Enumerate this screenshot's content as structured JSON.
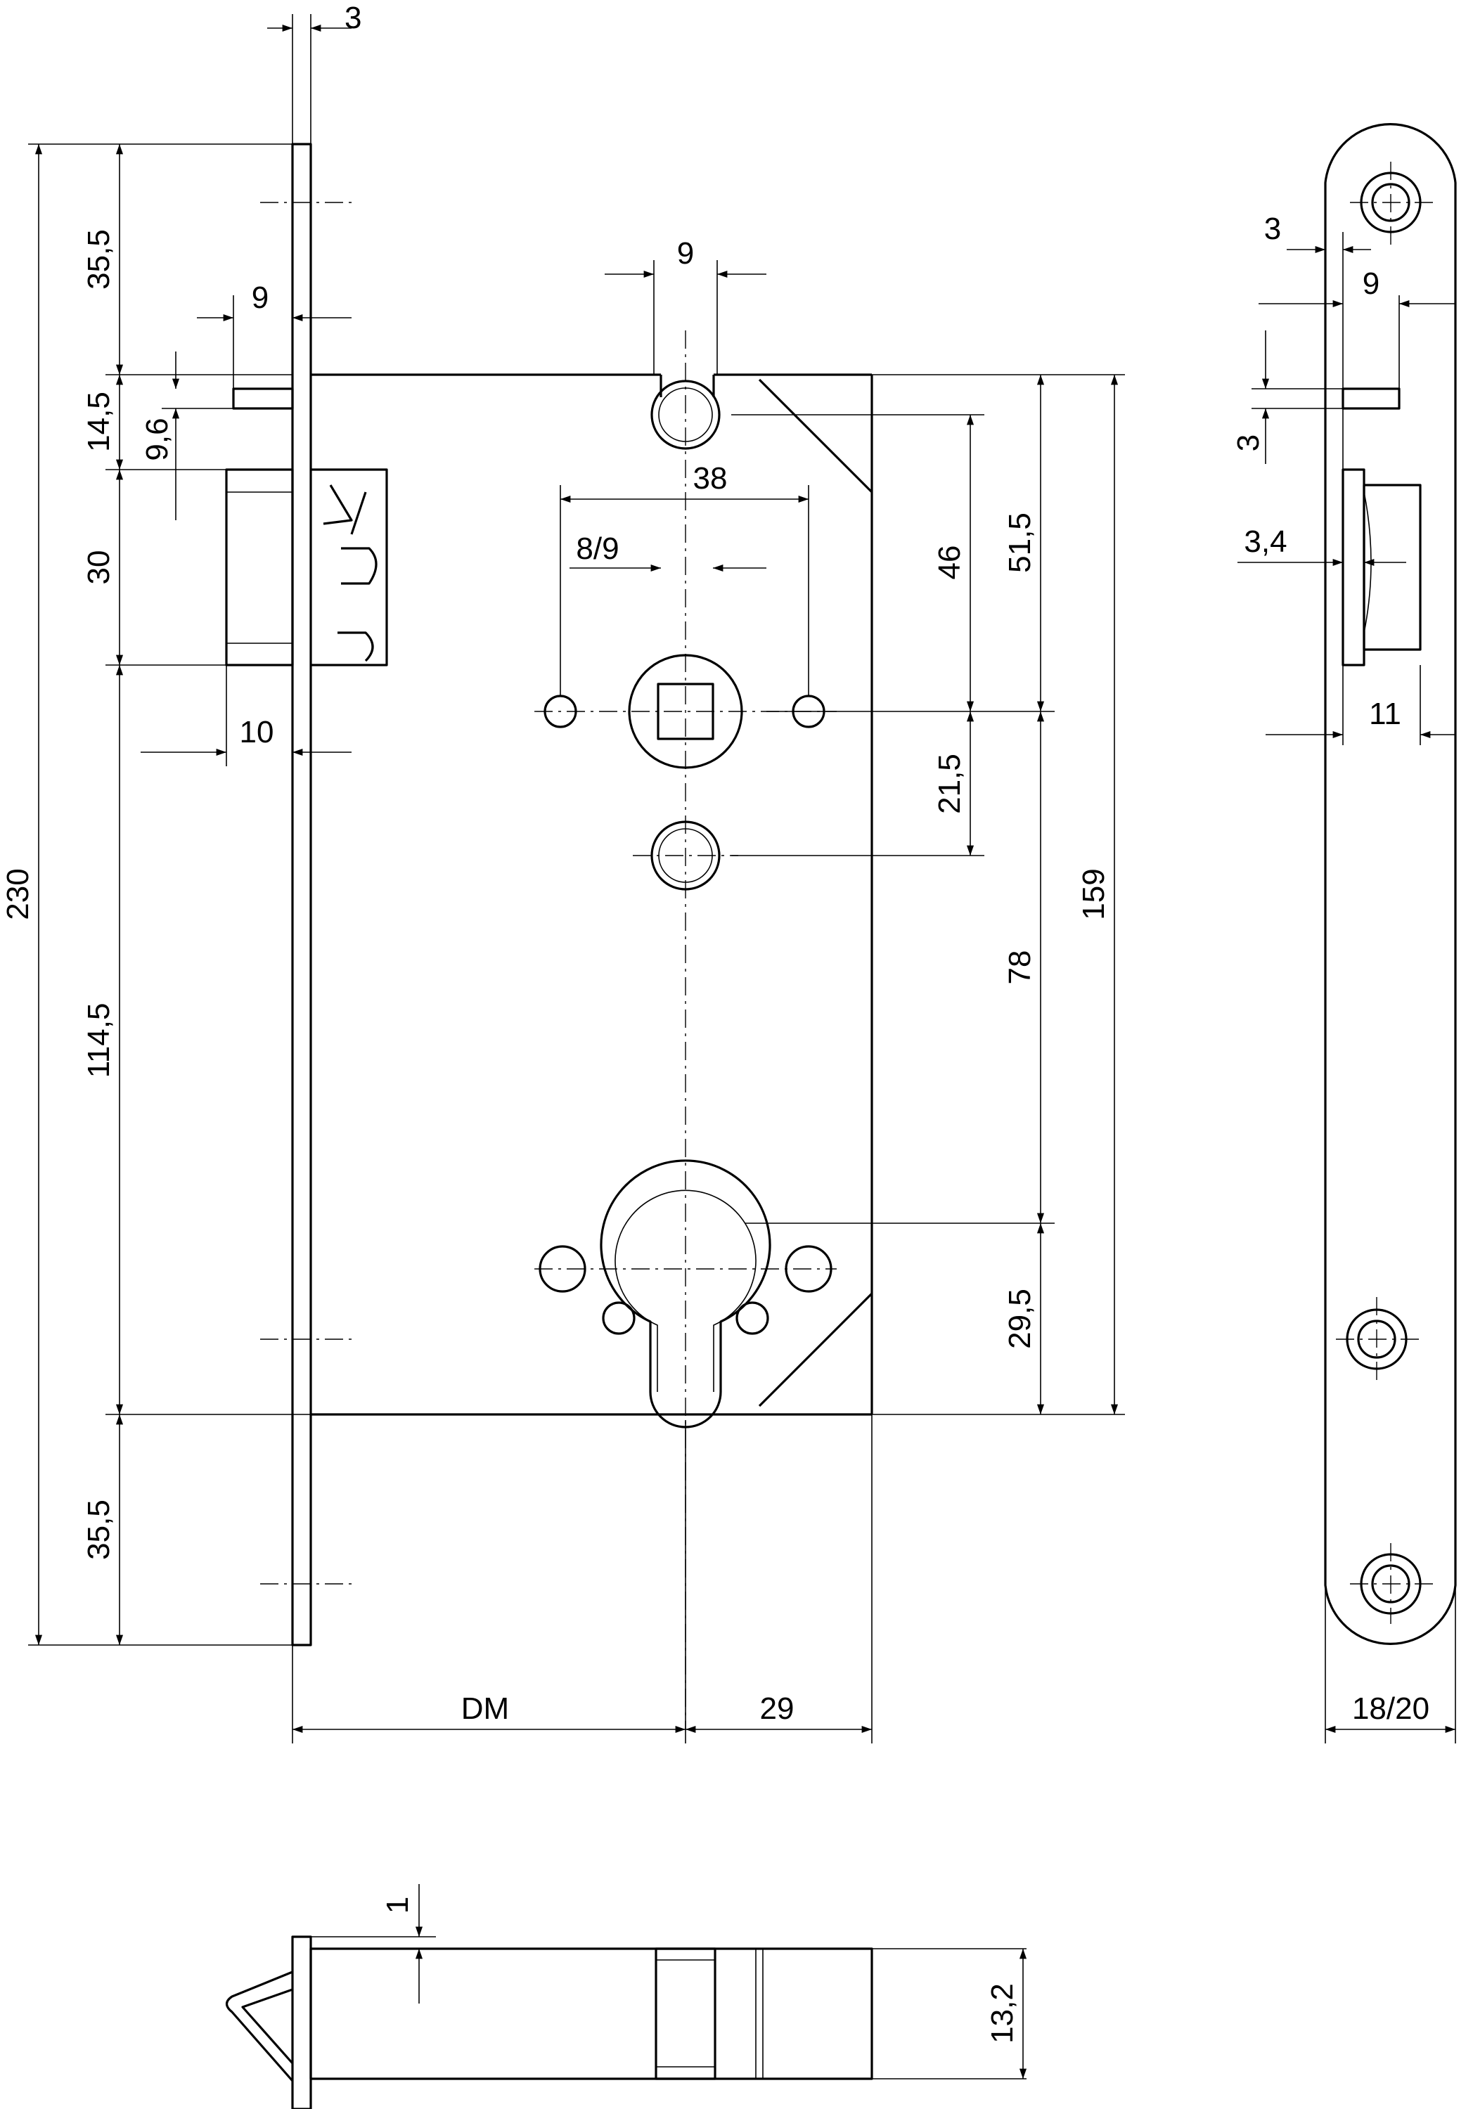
{
  "dimensions": {
    "faceplate_thickness": "3",
    "top_to_latch": "35,5",
    "latch_projection": "9",
    "deadbolt_offset": "14,5",
    "latch_height": "9,6",
    "deadbolt_height": "30",
    "deadbolt_projection": "10",
    "follower_to_cylinder": "114,5",
    "bottom_to_latch": "35,5",
    "overall_height": "230",
    "slot_width": "9",
    "screw_spacing": "38",
    "follower_square": "8/9",
    "case_top_to_follower": "46",
    "case_top_to_follower_outer": "51,5",
    "follower_to_hole": "21,5",
    "case_height": "159",
    "follower_to_cylinder_distance": "78",
    "cylinder_to_bottom": "29,5",
    "backset": "DM",
    "cylinder_to_edge": "29",
    "side_thickness": "3",
    "side_latch_projection": "9",
    "side_latch_offset": "3",
    "side_bolt_projection": "3,4",
    "side_bolt_width": "11",
    "faceplate_width": "18/20",
    "bottom_offset": "1",
    "case_depth": "13,2"
  }
}
